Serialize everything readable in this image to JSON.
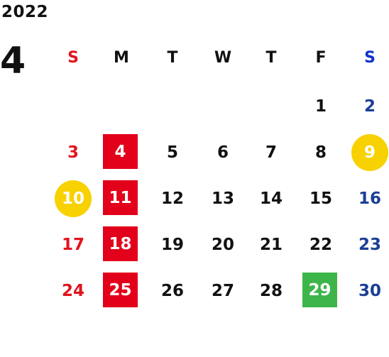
{
  "calendar": {
    "year": "2022",
    "month": "4",
    "weekdays": [
      "S",
      "M",
      "T",
      "W",
      "T",
      "F",
      "S"
    ],
    "weeks": [
      [
        "",
        "",
        "",
        "",
        "",
        "1",
        "2"
      ],
      [
        "3",
        "4",
        "5",
        "6",
        "7",
        "8",
        "9"
      ],
      [
        "10",
        "11",
        "12",
        "13",
        "14",
        "15",
        "16"
      ],
      [
        "17",
        "18",
        "19",
        "20",
        "21",
        "22",
        "23"
      ],
      [
        "24",
        "25",
        "26",
        "27",
        "28",
        "29",
        "30"
      ]
    ],
    "highlights": {
      "red_square": [
        "4",
        "11",
        "18",
        "25"
      ],
      "green_square": [
        "29"
      ],
      "yellow_circle": [
        "9",
        "10"
      ]
    },
    "colors": {
      "sunday_text": "#e0141e",
      "saturday_text": "#1c3f94",
      "saturday_header": "#1034c8",
      "weekday_text": "#111111",
      "red_square": "#e3001b",
      "green_square": "#3db54a",
      "yellow_circle": "#f8d100"
    }
  }
}
